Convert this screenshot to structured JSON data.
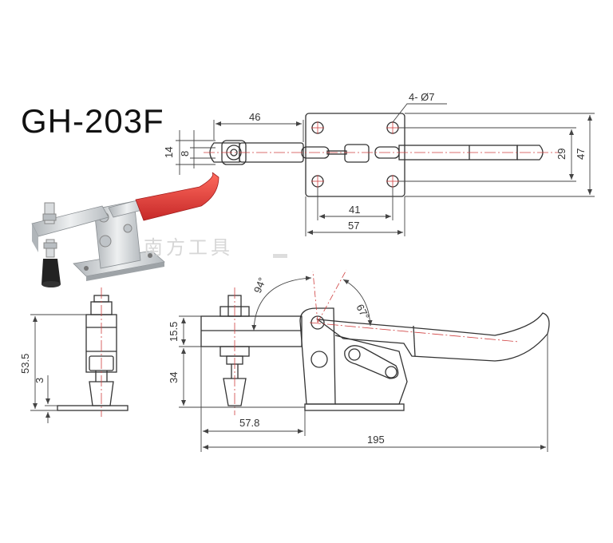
{
  "title": "GH-203F",
  "watermark": "南方工具",
  "colors": {
    "line": "#333333",
    "dim": "#444444",
    "centerline": "#d04040",
    "handle": "#e53935",
    "metal": "#cfd3d6",
    "knob": "#222222"
  },
  "dims": {
    "top_width": "46",
    "hole_label": "4- Ø7",
    "height_14": "14",
    "height_8": "8",
    "hole_spacing_v": "29",
    "base_height": "47",
    "hole_spacing_h": "41",
    "base_width": "57",
    "angle_open": "94°",
    "angle_handle": "67°",
    "spindle_h": "15.5",
    "spindle_below": "34",
    "side_total": "53.5",
    "side_base": "3",
    "reach": "57.8",
    "overall_length": "195"
  }
}
